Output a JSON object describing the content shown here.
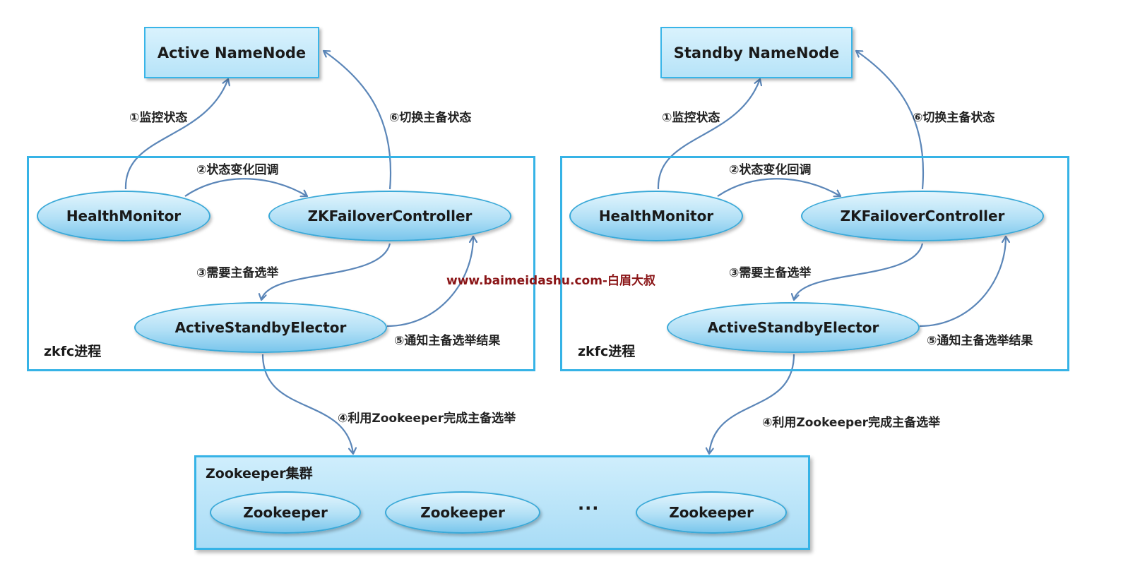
{
  "left": {
    "namenode": "Active NameNode",
    "health_monitor": "HealthMonitor",
    "zkfc_controller": "ZKFailoverController",
    "elector": "ActiveStandbyElector",
    "frame_label": "zkfc进程",
    "step1": "①监控状态",
    "step2": "②状态变化回调",
    "step3": "③需要主备选举",
    "step4": "④利用Zookeeper完成主备选举",
    "step5": "⑤通知主备选举结果",
    "step6": "⑥切换主备状态"
  },
  "right": {
    "namenode": "Standby NameNode",
    "health_monitor": "HealthMonitor",
    "zkfc_controller": "ZKFailoverController",
    "elector": "ActiveStandbyElector",
    "frame_label": "zkfc进程",
    "step1": "①监控状态",
    "step2": "②状态变化回调",
    "step3": "③需要主备选举",
    "step4": "④利用Zookeeper完成主备选举",
    "step5": "⑤通知主备选举结果",
    "step6": "⑥切换主备状态"
  },
  "zookeeper_cluster": {
    "label": "Zookeeper集群",
    "nodes": [
      "Zookeeper",
      "Zookeeper",
      "Zookeeper"
    ],
    "ellipsis": "···"
  },
  "watermark": "www.baimeidashu.com-白眉大叔",
  "colors": {
    "border": "#36b3e6",
    "arrow": "#5b86b8",
    "node_fill": "#b6e3f8",
    "watermark": "#8a1416"
  }
}
